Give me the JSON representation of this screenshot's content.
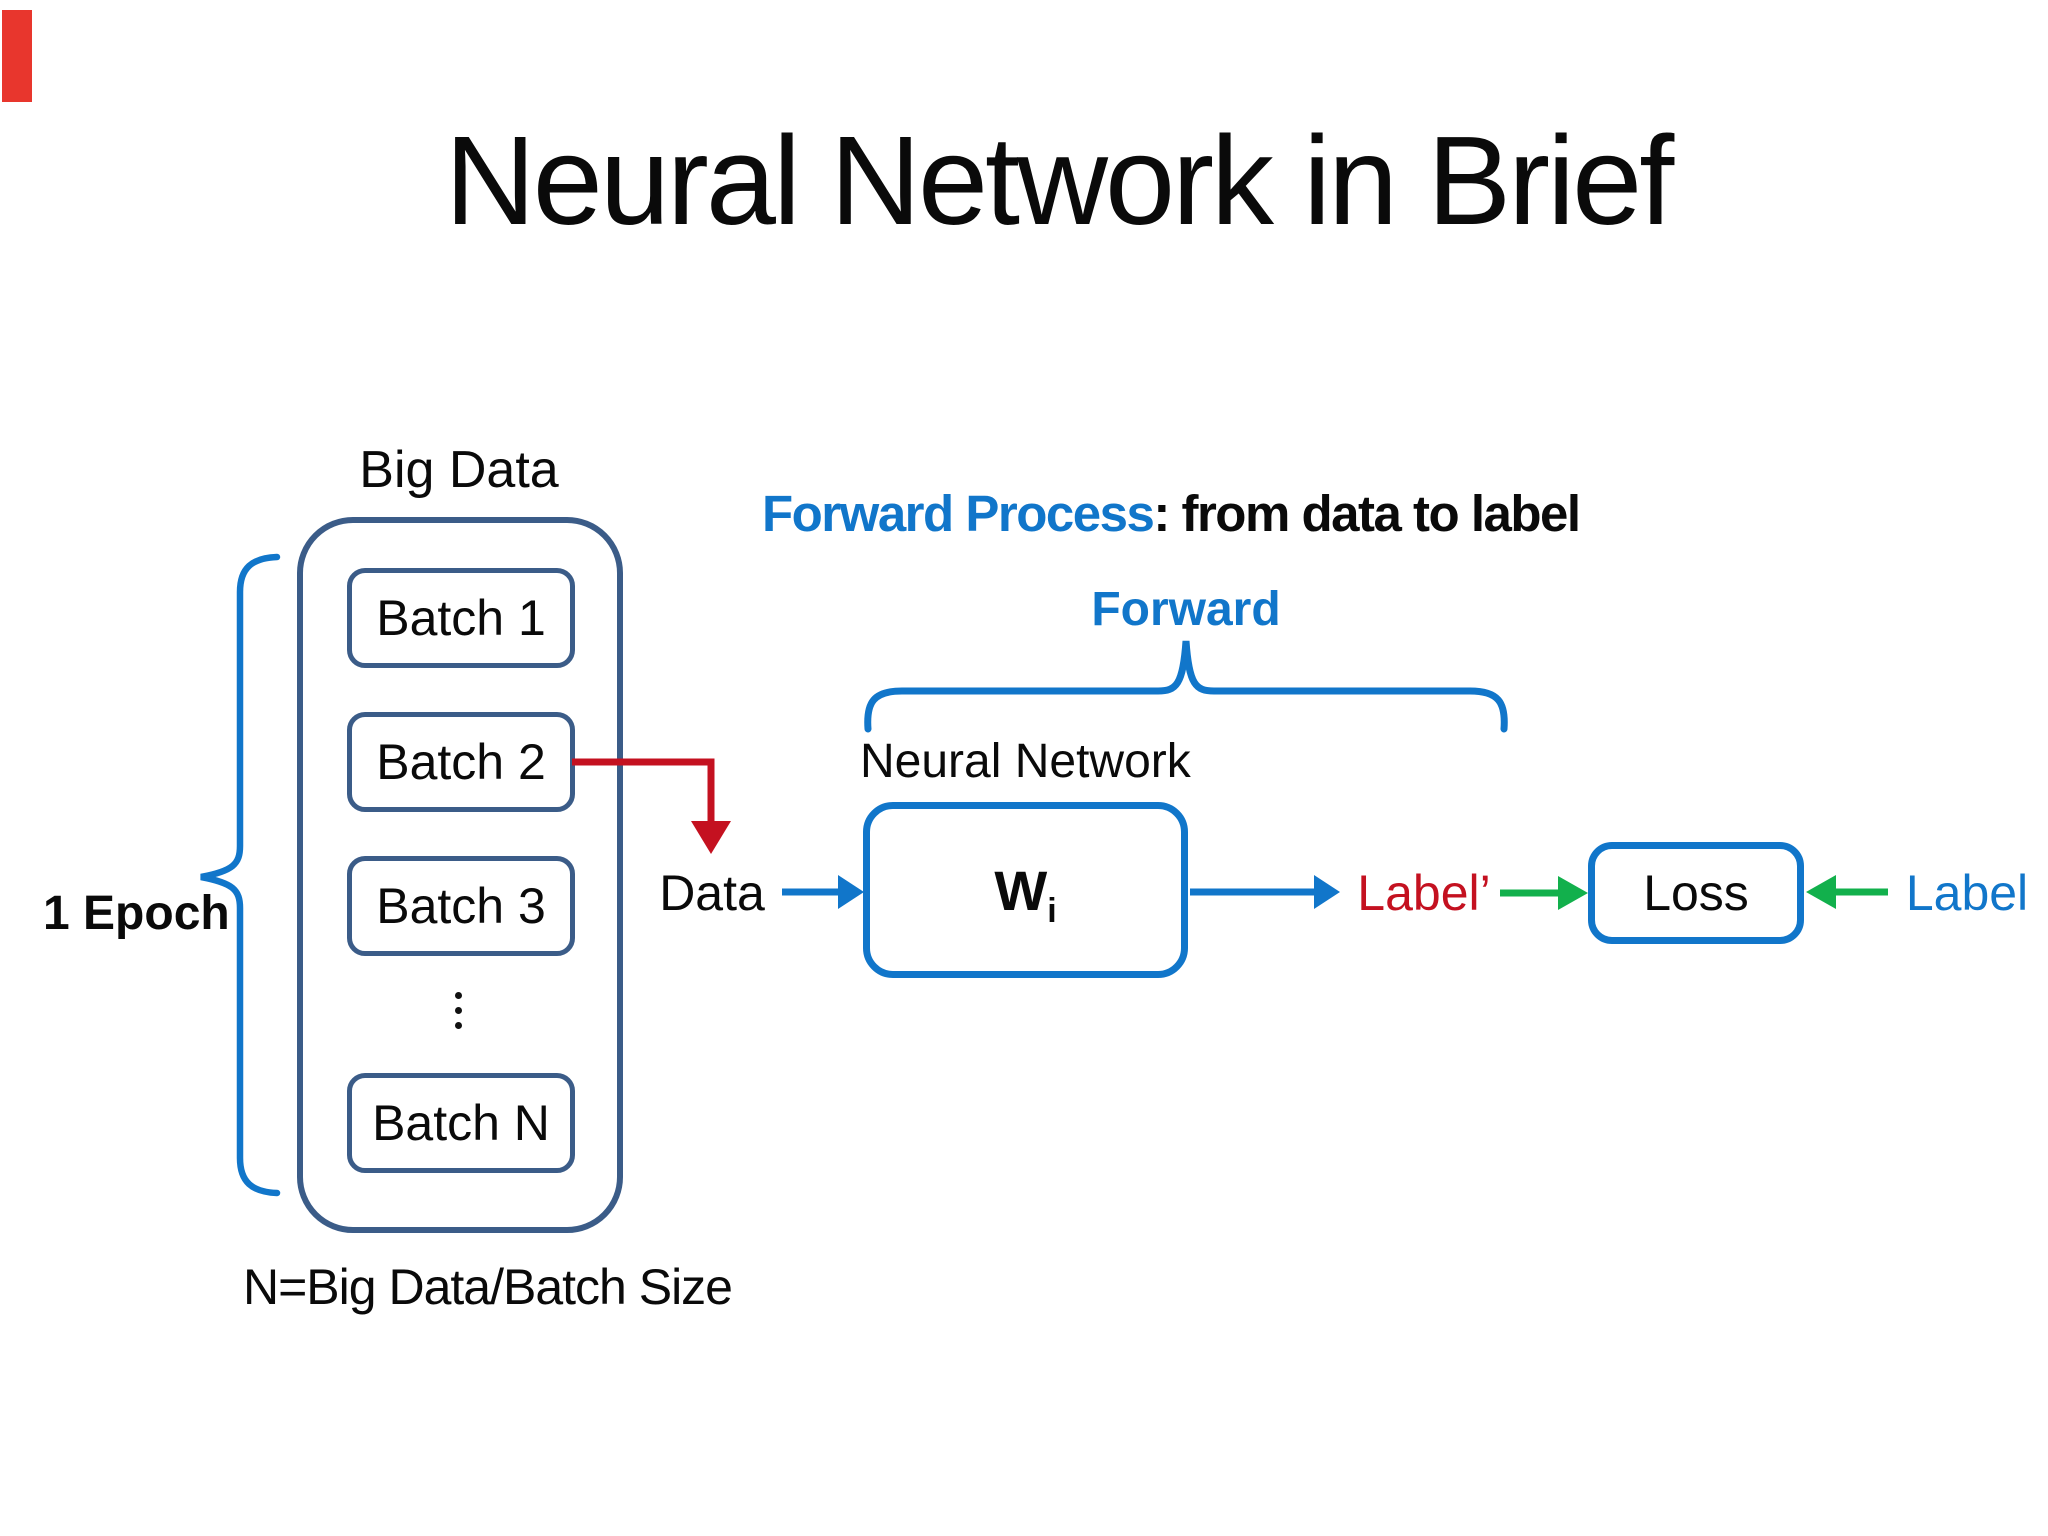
{
  "slide": {
    "title": "Neural Network in Brief",
    "heading": {
      "highlight": "Forward Process",
      "rest": ": from data to label"
    },
    "big_data": {
      "label": "Big Data",
      "batches": [
        "Batch 1",
        "Batch 2",
        "Batch 3",
        "Batch N"
      ],
      "note": "N=Big Data/Batch Size"
    },
    "epoch_label": "1 Epoch",
    "forward_label": "Forward",
    "neural_network": {
      "label": "Neural Network",
      "weight_main": "W",
      "weight_sub": "i"
    },
    "data_label": "Data",
    "label_prime": "Label’",
    "loss_label": "Loss",
    "label_true": "Label",
    "colors": {
      "theme_blue": "#1176ca",
      "slate_blue": "#3b5c88",
      "accent_red": "#c41120",
      "accent_green": "#12b04c",
      "corner_red": "#e8362d"
    }
  }
}
